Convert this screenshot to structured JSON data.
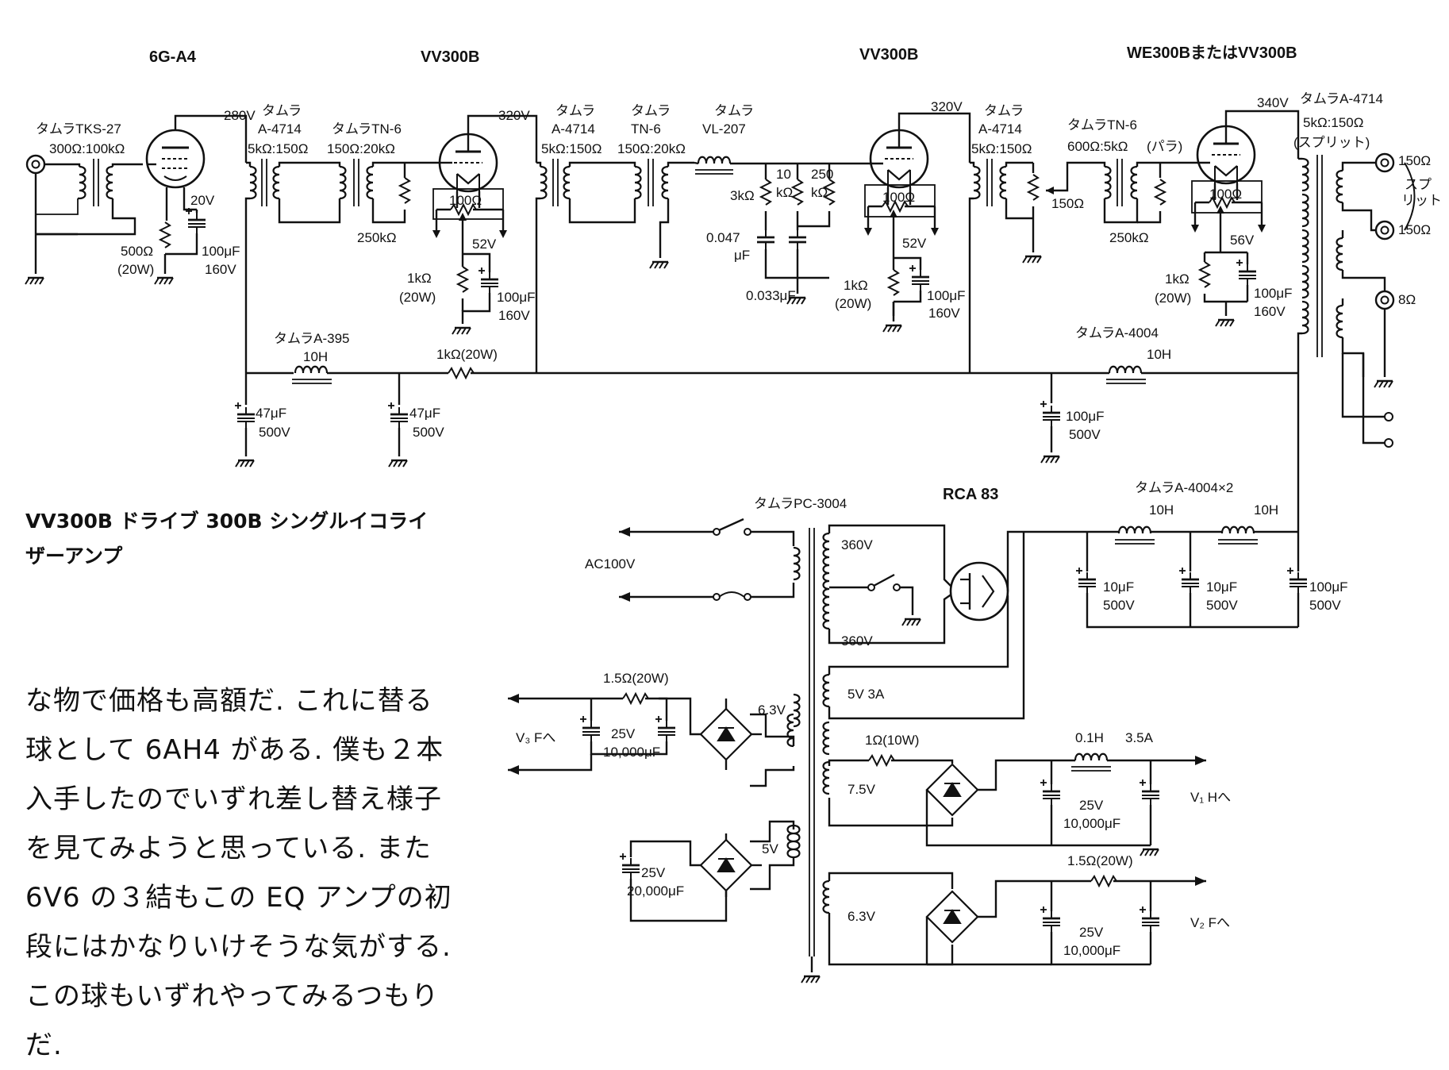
{
  "tubes": {
    "t1": "6G-A4",
    "t2": "VV300B",
    "t3": "VV300B",
    "t4": "WE300BまたはVV300B",
    "rect": "RCA  83"
  },
  "labels": {
    "tks27": "タムラTKS-27",
    "tks27_ratio": "300Ω:100kΩ",
    "v280": "280V",
    "tamura1": "タムラ",
    "a4714_1": "A-4714",
    "a4714_1r": "5kΩ:150Ω",
    "tn6_1": "タムラTN-6",
    "tn6_1r": "150Ω:20kΩ",
    "v20": "20V",
    "r500": "500Ω",
    "r500w": "(20W)",
    "c100_1": "100μF",
    "c100_1v": "160V",
    "r250k_1": "250kΩ",
    "v320_1": "320V",
    "r100_1": "100Ω",
    "v52_1": "52V",
    "r1k_1": "1kΩ",
    "r1k_1w": "(20W)",
    "c100_2": "100μF",
    "c100_2v": "160V",
    "tamura2": "タムラ",
    "a4714_2": "A-4714",
    "a4714_2r": "5kΩ:150Ω",
    "tamura3": "タムラ",
    "tn6_2": "TN-6",
    "tn6_2r": "150Ω:20kΩ",
    "tamura4": "タムラ",
    "vl207": "VL-207",
    "r3k": "3kΩ",
    "r10k_a": "10",
    "r10k_b": "kΩ",
    "r250k_a": "250",
    "r250k_b": "kΩ",
    "c047": "0.047",
    "c047u": "μF",
    "c033": "0.033μF",
    "v320_2": "320V",
    "tamura5": "タムラ",
    "a4714_3": "A-4714",
    "a4714_3r": "5kΩ:150Ω",
    "r100_2": "100Ω",
    "v52_2": "52V",
    "r1k_2": "1kΩ",
    "r1k_2w": "(20W)",
    "c100_3": "100μF",
    "c100_3v": "160V",
    "r150": "150Ω",
    "tn6_3": "タムラTN-6",
    "tn6_3r": "600Ω:5kΩ",
    "tn6_3p": "(パラ)",
    "r250k_2": "250kΩ",
    "v340": "340V",
    "r100_3": "100Ω",
    "v56": "56V",
    "r1k_3": "1kΩ",
    "r1k_3w": "(20W)",
    "c100_4": "100μF",
    "c100_4v": "160V",
    "out_a4714": "タムラA-4714",
    "out_ratio": "5kΩ:150Ω",
    "out_split": "(スプリット)",
    "o150_1": "150Ω",
    "o150_2": "150Ω",
    "o8": "8Ω",
    "split1": "スプ",
    "split2": "リット",
    "a395": "タムラA-395",
    "h10_1": "10H",
    "r1k20": "1kΩ(20W)",
    "c47_1": "47μF",
    "c47_1v": "500V",
    "c47_2": "47μF",
    "c47_2v": "500V",
    "a4004": "タムラA-4004",
    "h10_2": "10H",
    "c100_5": "100μF",
    "c100_5v": "500V",
    "pc3004": "タムラPC-3004",
    "ac100": "AC100V",
    "v360a": "360V",
    "v360b": "360V",
    "v5v3a": "5V 3A",
    "a4004x2": "タムラA-4004×2",
    "h10_3": "10H",
    "h10_4": "10H",
    "c10_1": "10μF",
    "c10_1v": "500V",
    "c10_2": "10μF",
    "c10_2v": "500V",
    "c100_6": "100μF",
    "c100_6v": "500V",
    "r15_1": "1.5Ω(20W)",
    "v63_1": "6.3V",
    "v3f": "V₃ Fへ",
    "c25v_1": "25V",
    "c10000_1": "10,000μF",
    "r1_10": "1Ω(10W)",
    "h01": "0.1H",
    "a35": "3.5A",
    "v75": "7.5V",
    "c25v_2": "25V",
    "c10000_2": "10,000μF",
    "v1h": "V₁ Hへ",
    "v5": "5V",
    "c25v_3": "25V",
    "c20000": "20,000μF",
    "r15_2": "1.5Ω(20W)",
    "v63_2": "6.3V",
    "c25v_4": "25V",
    "c10000_3": "10,000μF",
    "v2f": "V₂ Fへ"
  },
  "caption": {
    "line1": "VV300B ドライブ 300B シングルイコライ",
    "line2": "ザーアンプ"
  },
  "body": {
    "line1": "な物で価格も高額だ.  これに替る",
    "line2": "球として 6AH4 がある.  僕も２本",
    "line3": "入手したのでいずれ差し替え様子",
    "line4": "を見てみようと思っている.  また",
    "line5": "6V6 の３結もこの EQ アンプの初",
    "line6": "段にはかなりいけそうな気がする.",
    "line7": "この球もいずれやってみるつもり",
    "line8": "だ."
  }
}
